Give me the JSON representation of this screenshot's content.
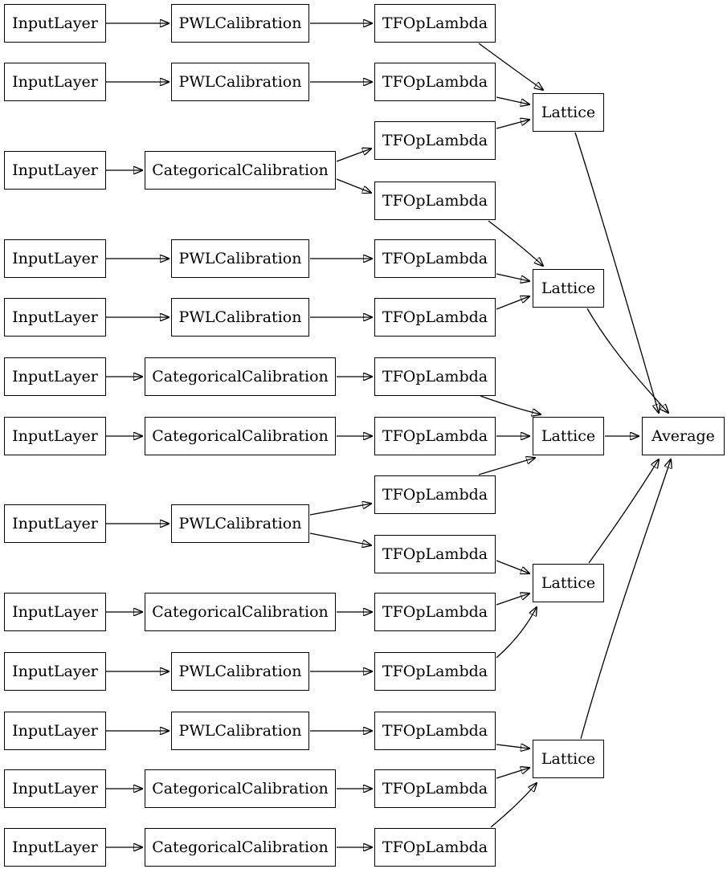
{
  "diagram": {
    "type": "keras-model-graph",
    "colors": {
      "background": "#ffffff",
      "node_border": "#000000",
      "edge": "#000000",
      "text": "#000000"
    },
    "nodes": {
      "il1": {
        "label": "InputLayer"
      },
      "il2": {
        "label": "InputLayer"
      },
      "il3": {
        "label": "InputLayer"
      },
      "il4": {
        "label": "InputLayer"
      },
      "il5": {
        "label": "InputLayer"
      },
      "il6": {
        "label": "InputLayer"
      },
      "il7": {
        "label": "InputLayer"
      },
      "il8": {
        "label": "InputLayer"
      },
      "il9": {
        "label": "InputLayer"
      },
      "il10": {
        "label": "InputLayer"
      },
      "il11": {
        "label": "InputLayer"
      },
      "il12": {
        "label": "InputLayer"
      },
      "il13": {
        "label": "InputLayer"
      },
      "pwl1": {
        "label": "PWLCalibration"
      },
      "pwl2": {
        "label": "PWLCalibration"
      },
      "pwl3": {
        "label": "PWLCalibration"
      },
      "pwl4": {
        "label": "PWLCalibration"
      },
      "pwl5": {
        "label": "PWLCalibration"
      },
      "pwl6": {
        "label": "PWLCalibration"
      },
      "pwl7": {
        "label": "PWLCalibration"
      },
      "cc1": {
        "label": "CategoricalCalibration"
      },
      "cc2": {
        "label": "CategoricalCalibration"
      },
      "cc3": {
        "label": "CategoricalCalibration"
      },
      "cc4": {
        "label": "CategoricalCalibration"
      },
      "cc5": {
        "label": "CategoricalCalibration"
      },
      "cc6": {
        "label": "CategoricalCalibration"
      },
      "tfl1": {
        "label": "TFOpLambda"
      },
      "tfl2": {
        "label": "TFOpLambda"
      },
      "tfl3": {
        "label": "TFOpLambda"
      },
      "tfl4": {
        "label": "TFOpLambda"
      },
      "tfl5": {
        "label": "TFOpLambda"
      },
      "tfl6": {
        "label": "TFOpLambda"
      },
      "tfl7": {
        "label": "TFOpLambda"
      },
      "tfl8": {
        "label": "TFOpLambda"
      },
      "tfl9": {
        "label": "TFOpLambda"
      },
      "tfl10": {
        "label": "TFOpLambda"
      },
      "tfl11": {
        "label": "TFOpLambda"
      },
      "tfl12": {
        "label": "TFOpLambda"
      },
      "tfl13": {
        "label": "TFOpLambda"
      },
      "tfl14": {
        "label": "TFOpLambda"
      },
      "tfl15": {
        "label": "TFOpLambda"
      },
      "lat1": {
        "label": "Lattice"
      },
      "lat2": {
        "label": "Lattice"
      },
      "lat3": {
        "label": "Lattice"
      },
      "lat4": {
        "label": "Lattice"
      },
      "lat5": {
        "label": "Lattice"
      },
      "avg": {
        "label": "Average"
      }
    },
    "edges": [
      {
        "from": "il1",
        "to": "pwl1"
      },
      {
        "from": "il2",
        "to": "pwl2"
      },
      {
        "from": "il3",
        "to": "cc1"
      },
      {
        "from": "il4",
        "to": "pwl3"
      },
      {
        "from": "il5",
        "to": "pwl4"
      },
      {
        "from": "il6",
        "to": "cc2"
      },
      {
        "from": "il7",
        "to": "cc3"
      },
      {
        "from": "il8",
        "to": "pwl5"
      },
      {
        "from": "il9",
        "to": "cc4"
      },
      {
        "from": "il10",
        "to": "pwl6"
      },
      {
        "from": "il11",
        "to": "pwl7"
      },
      {
        "from": "il12",
        "to": "cc5"
      },
      {
        "from": "il13",
        "to": "cc6"
      },
      {
        "from": "pwl1",
        "to": "tfl1"
      },
      {
        "from": "pwl2",
        "to": "tfl2"
      },
      {
        "from": "cc1",
        "to": "tfl3"
      },
      {
        "from": "cc1",
        "to": "tfl4"
      },
      {
        "from": "pwl3",
        "to": "tfl5"
      },
      {
        "from": "pwl4",
        "to": "tfl6"
      },
      {
        "from": "cc2",
        "to": "tfl7"
      },
      {
        "from": "cc3",
        "to": "tfl8"
      },
      {
        "from": "pwl5",
        "to": "tfl9"
      },
      {
        "from": "pwl5",
        "to": "tfl10"
      },
      {
        "from": "cc4",
        "to": "tfl11"
      },
      {
        "from": "pwl6",
        "to": "tfl12"
      },
      {
        "from": "pwl7",
        "to": "tfl13"
      },
      {
        "from": "cc5",
        "to": "tfl14"
      },
      {
        "from": "cc6",
        "to": "tfl15"
      },
      {
        "from": "tfl1",
        "to": "lat1"
      },
      {
        "from": "tfl2",
        "to": "lat1"
      },
      {
        "from": "tfl3",
        "to": "lat1"
      },
      {
        "from": "tfl4",
        "to": "lat2"
      },
      {
        "from": "tfl5",
        "to": "lat2"
      },
      {
        "from": "tfl6",
        "to": "lat2"
      },
      {
        "from": "tfl7",
        "to": "lat3"
      },
      {
        "from": "tfl8",
        "to": "lat3"
      },
      {
        "from": "tfl9",
        "to": "lat3"
      },
      {
        "from": "tfl10",
        "to": "lat4"
      },
      {
        "from": "tfl11",
        "to": "lat4"
      },
      {
        "from": "tfl12",
        "to": "lat4"
      },
      {
        "from": "tfl13",
        "to": "lat5"
      },
      {
        "from": "tfl14",
        "to": "lat5"
      },
      {
        "from": "tfl15",
        "to": "lat5"
      },
      {
        "from": "lat1",
        "to": "avg"
      },
      {
        "from": "lat2",
        "to": "avg"
      },
      {
        "from": "lat3",
        "to": "avg"
      },
      {
        "from": "lat4",
        "to": "avg"
      },
      {
        "from": "lat5",
        "to": "avg"
      }
    ]
  }
}
